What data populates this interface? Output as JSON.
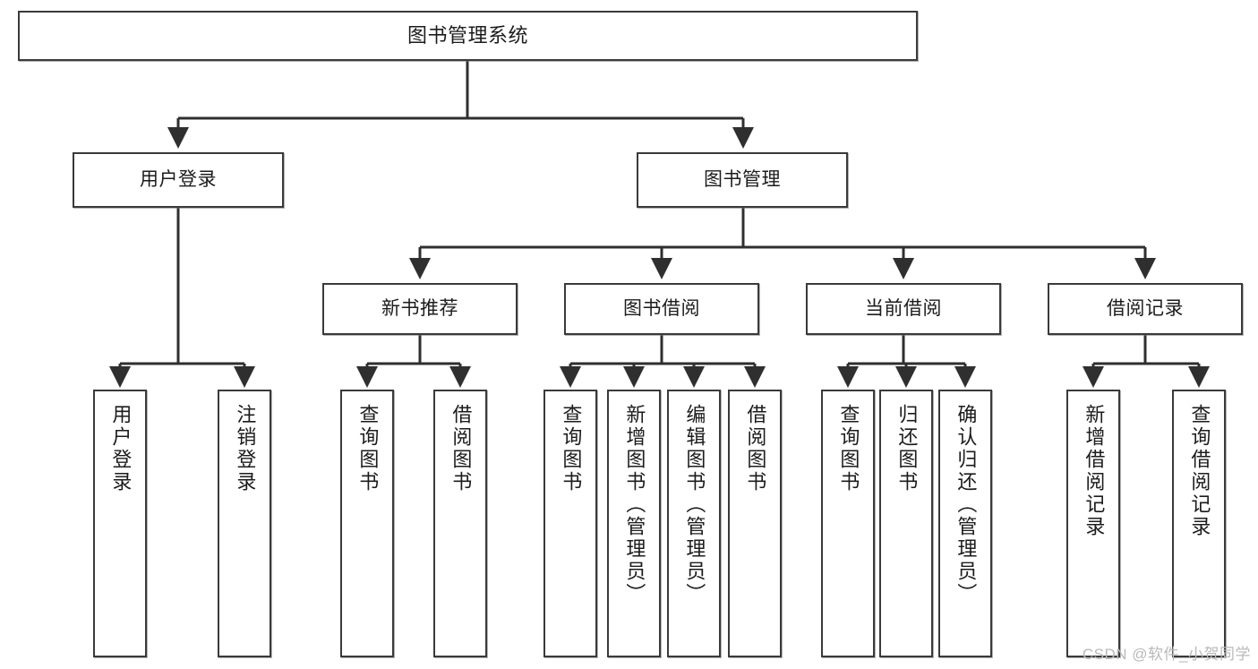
{
  "diagram": {
    "title": "图书管理系统",
    "type": "tree",
    "watermark": "CSDN @软件_小贺同学",
    "colors": {
      "box_border": "#3a3a3a",
      "box_fill": "#ffffff",
      "edge": "#2f2f2f",
      "text": "#1c1c1c",
      "watermark": "#b9b9b9"
    },
    "levels": {
      "root": "图书管理系统",
      "level2": [
        "用户登录",
        "图书管理"
      ],
      "level3": [
        "新书推荐",
        "图书借阅",
        "当前借阅",
        "借阅记录"
      ]
    },
    "nodes": {
      "root": {
        "id": "root",
        "label": "图书管理系统",
        "orientation": "horizontal"
      },
      "n_user_login": {
        "id": "n_user_login",
        "label": "用户登录",
        "orientation": "horizontal"
      },
      "n_book_mgmt": {
        "id": "n_book_mgmt",
        "label": "图书管理",
        "orientation": "horizontal"
      },
      "n_new_book_rec": {
        "id": "n_new_book_rec",
        "label": "新书推荐",
        "orientation": "horizontal"
      },
      "n_book_borrow": {
        "id": "n_book_borrow",
        "label": "图书借阅",
        "orientation": "horizontal"
      },
      "n_current_borrow": {
        "id": "n_current_borrow",
        "label": "当前借阅",
        "orientation": "horizontal"
      },
      "n_borrow_record": {
        "id": "n_borrow_record",
        "label": "借阅记录",
        "orientation": "horizontal"
      },
      "l_user_login": {
        "id": "l_user_login",
        "label": "用户登录",
        "orientation": "vertical"
      },
      "l_logout": {
        "id": "l_logout",
        "label": "注销登录",
        "orientation": "vertical"
      },
      "l_query_book_1": {
        "id": "l_query_book_1",
        "label": "查询图书",
        "orientation": "vertical"
      },
      "l_borrow_book_1": {
        "id": "l_borrow_book_1",
        "label": "借阅图书",
        "orientation": "vertical"
      },
      "l_query_book_2": {
        "id": "l_query_book_2",
        "label": "查询图书",
        "orientation": "vertical"
      },
      "l_add_book": {
        "id": "l_add_book",
        "label": "新增图书（管理员）",
        "orientation": "vertical"
      },
      "l_edit_book": {
        "id": "l_edit_book",
        "label": "编辑图书（管理员）",
        "orientation": "vertical"
      },
      "l_borrow_book_2": {
        "id": "l_borrow_book_2",
        "label": "借阅图书",
        "orientation": "vertical"
      },
      "l_query_book_3": {
        "id": "l_query_book_3",
        "label": "查询图书",
        "orientation": "vertical"
      },
      "l_return_book": {
        "id": "l_return_book",
        "label": "归还图书",
        "orientation": "vertical"
      },
      "l_confirm_return": {
        "id": "l_confirm_return",
        "label": "确认归还（管理员）",
        "orientation": "vertical"
      },
      "l_add_record": {
        "id": "l_add_record",
        "label": "新增借阅记录",
        "orientation": "vertical"
      },
      "l_query_record": {
        "id": "l_query_record",
        "label": "查询借阅记录",
        "orientation": "vertical"
      }
    },
    "edges": [
      {
        "from": "root",
        "to": "n_user_login"
      },
      {
        "from": "root",
        "to": "n_book_mgmt"
      },
      {
        "from": "n_user_login",
        "to": "l_user_login"
      },
      {
        "from": "n_user_login",
        "to": "l_logout"
      },
      {
        "from": "n_book_mgmt",
        "to": "n_new_book_rec"
      },
      {
        "from": "n_book_mgmt",
        "to": "n_book_borrow"
      },
      {
        "from": "n_book_mgmt",
        "to": "n_current_borrow"
      },
      {
        "from": "n_book_mgmt",
        "to": "n_borrow_record"
      },
      {
        "from": "n_new_book_rec",
        "to": "l_query_book_1"
      },
      {
        "from": "n_new_book_rec",
        "to": "l_borrow_book_1"
      },
      {
        "from": "n_book_borrow",
        "to": "l_query_book_2"
      },
      {
        "from": "n_book_borrow",
        "to": "l_add_book"
      },
      {
        "from": "n_book_borrow",
        "to": "l_edit_book"
      },
      {
        "from": "n_book_borrow",
        "to": "l_borrow_book_2"
      },
      {
        "from": "n_current_borrow",
        "to": "l_query_book_3"
      },
      {
        "from": "n_current_borrow",
        "to": "l_return_book"
      },
      {
        "from": "n_current_borrow",
        "to": "l_confirm_return"
      },
      {
        "from": "n_borrow_record",
        "to": "l_add_record"
      },
      {
        "from": "n_borrow_record",
        "to": "l_query_record"
      }
    ]
  }
}
